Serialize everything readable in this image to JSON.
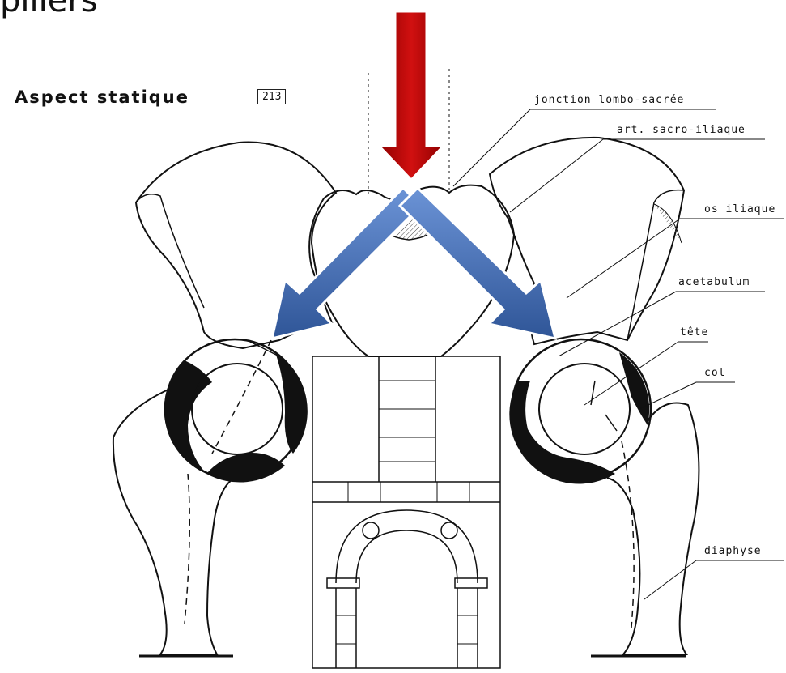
{
  "slide": {
    "title": "piliers"
  },
  "figure": {
    "title": "Aspect statique",
    "number": "213"
  },
  "labels": {
    "jonction": "jonction lombo-sacrée",
    "sacro": "art. sacro-iliaque",
    "os_iliaque": "os iliaque",
    "acetabulum": "acetabulum",
    "tete": "tête",
    "col": "col",
    "diaphyse": "diaphyse"
  },
  "colors": {
    "load_arrow": "#c00000",
    "transfer_arrow": "#4472c4",
    "ink": "#111111"
  }
}
